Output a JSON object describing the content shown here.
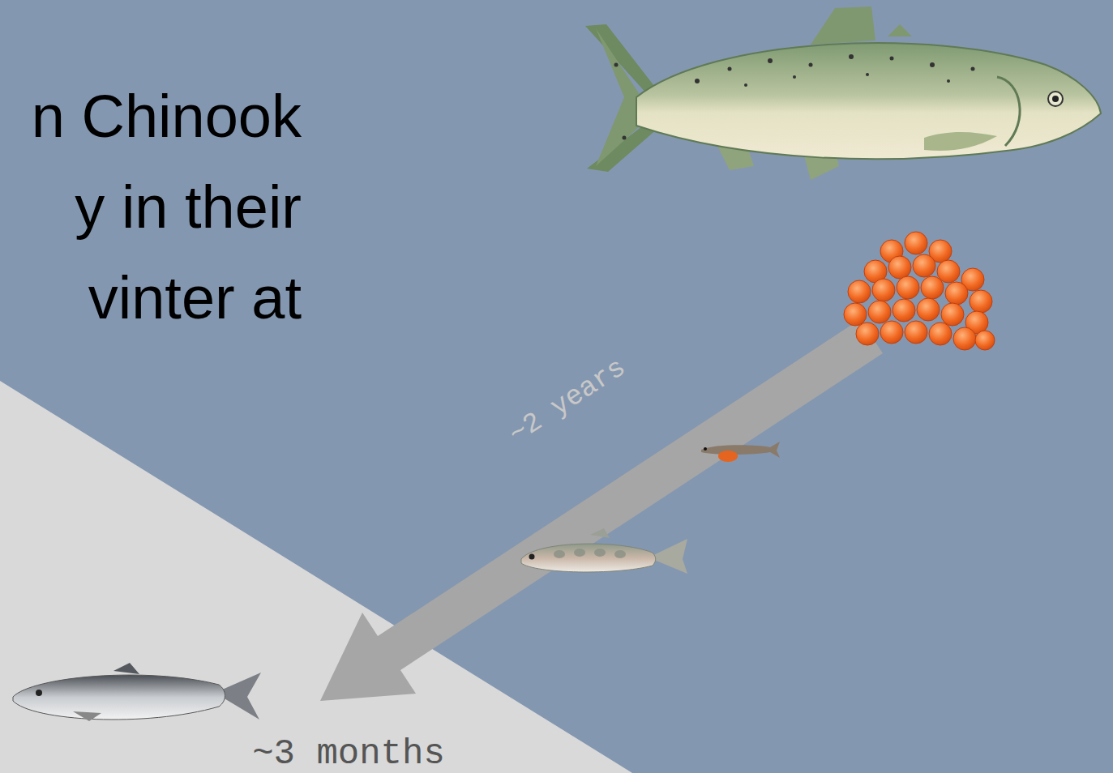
{
  "diagram": {
    "title": "n Chinook y in their vinter at",
    "labels": [
      "~2 years",
      "~3 months"
    ]
  }
}
